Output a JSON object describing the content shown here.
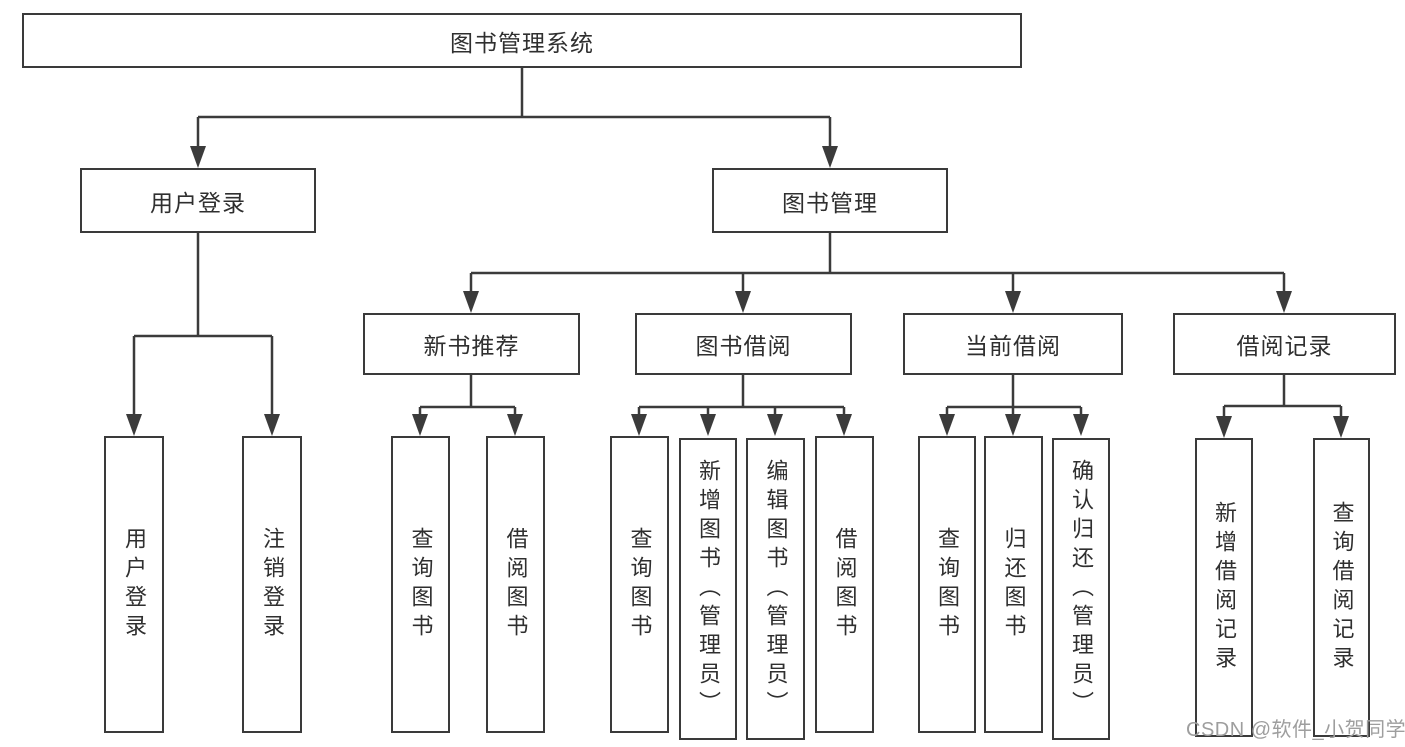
{
  "nodes": {
    "root": "图书管理系统",
    "user_login": "用户登录",
    "book_mgmt": "图书管理",
    "new_book_rec": "新书推荐",
    "book_borrow": "图书借阅",
    "current_borrow": "当前借阅",
    "borrow_records": "借阅记录",
    "leaf_user_login": "用户登录",
    "leaf_logout": "注销登录",
    "leaf_rec_query_books": "查询图书",
    "leaf_rec_borrow_books": "借阅图书",
    "leaf_bb_query_books": "查询图书",
    "leaf_bb_add_books": "新增图书（管理员）",
    "leaf_bb_edit_books": "编辑图书（管理员）",
    "leaf_bb_borrow_books": "借阅图书",
    "leaf_cb_query_books": "查询图书",
    "leaf_cb_return_books": "归还图书",
    "leaf_cb_confirm_return": "确认归还（管理员）",
    "leaf_br_add_record": "新增借阅记录",
    "leaf_br_query_record": "查询借阅记录"
  },
  "watermark": "CSDN @软件_小贺同学",
  "colors": {
    "line": "#3b3b3b",
    "border": "#3a3a3a",
    "text": "#2f2f2f",
    "background": "#ffffff",
    "watermark": "#9e9e9e"
  }
}
